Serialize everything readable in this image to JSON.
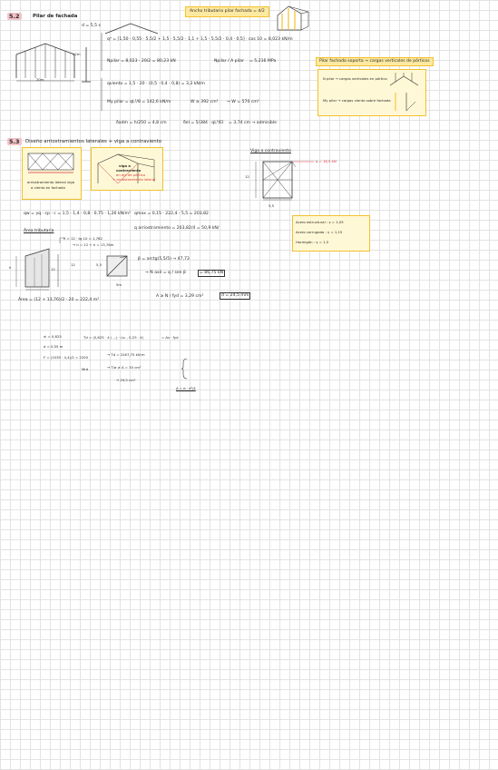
{
  "s52": {
    "num": "5.2",
    "title": "Pilar de fachada",
    "eq_top": "d = 5,5 s",
    "box_ancho": "Ancho tributario pilar fachada = ",
    "box_ancho_frac": "d/2",
    "dim_h": "12m",
    "dim_w": "20m",
    "qd": "qᵈ = [1,50 · 0,55 · 5,5/2 + 1,5 · 5,5/2 · 1,1 + 1,5 · 5,5/2 · 0,4 · 0,5] · cos 10 = 8,023 kN/m",
    "npilar": "Npilar = 8,023 · 20/2 = 80,23 kN",
    "npilar_ratio": "Npilar / A pilar",
    "npilar_result": "= 5,216 MPa",
    "viento": "qviento = 1,5 · 20 · (0,5 · 0,4 · 0,8) = 3,3 kN/m",
    "mypilar": "My pilar = qL²/8 = 142,6 kN/m",
    "w": "W ≥ 392 cm³",
    "w_result": "→ W = 570 cm³",
    "flecha_lim": "δadm = h/250 = 4,8 cm",
    "flecha_calc": "δel = 5/384 · qL⁴/EI",
    "flecha_result": "= 3,74 cm → admisible",
    "note_title": "Pilar fachada soporta → cargas verticales de pórticos",
    "note_n": "N pilar → cargas verticales en pórtico",
    "note_m": "My pilar → cargas viento sobre fachada"
  },
  "s53": {
    "num": "5.3",
    "title": "Diseño arriostramientos laterales + viga a contraviento",
    "img1_caption1": "arriostramiento lateral viga",
    "img1_caption2": "a viento en fachada",
    "img2_l1": "viga a",
    "img2_l2": "contraviento",
    "img2_l3": "en eje de pórtico",
    "img2_l4": "+ arriostramiento lateral",
    "viga_title": "Viga a contraviento",
    "q_label": "q = 18,9 kN",
    "dim_12": "12",
    "dim_55": "5,5",
    "qw": "qw = γq · cp · c = 1,5 · 1,4 · 0,8 · 0,75 · 1,26 kN/m²",
    "qmax": "qmax = 0,15 · 222,4 · 5,5 = 203,82",
    "qarr": "q arriostramiento = 203,82/4 = 50,9 kN/",
    "area_label": "Área tributaria",
    "h_calc1": "h = 12 · tg 10 = 1,762",
    "h_calc2": "→ h = 12 + h = 13,76m",
    "dim_h": "h",
    "dim_12b": "12",
    "dim_55b": "5,5",
    "dim_5m": "5m",
    "beta": "β = arctg(5,5/5) → 47,73",
    "naxil": "→ N axil = q / sen β",
    "naxil_result": "= 86,75 kN",
    "a_calc": "A ≥ N / fyd = 3,29 cm²",
    "d_result": "d = 24,5 mm",
    "area": "Área = (12 + 13,76)/2 · 20 = 222,4 m²",
    "cols": "Acero estructural : γ = 1,05",
    "cols2": "Acero corrugado : γ = 1,15",
    "cols3": "Hormigón : γ = 1,5",
    "xi": "xi = 0,625",
    "di": "d = 0,55 m",
    "td": "Td = (0,625 · 4 / ...) · (x₁ - 0,25 · 4)",
    "td_eq": "= As · fyd",
    "f": "F = (1030 · 4,4)/2 = 2200",
    "td_val": "→ Td = 2267,75 kN·m",
    "mrd": "Mrd",
    "t_eq": "→ T/σ ≥ A = 30 cm²",
    "as": "→ 29,5 cm²",
    "ad": "A = π · d²/4"
  }
}
